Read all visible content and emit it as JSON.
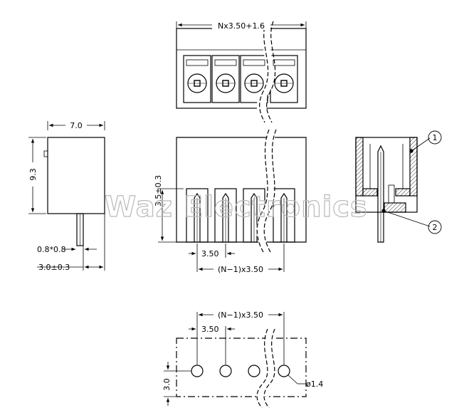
{
  "watermark": "Waz Electronics",
  "top_view": {
    "width_label": "Nx3.50+1.6"
  },
  "side_view": {
    "width_label": "7.0",
    "height_label": "9.3",
    "pin_section_label": "0.8*0.8",
    "pin_length_label": "3.0±0.3"
  },
  "front_view": {
    "pin_height_label": "3.5±0.3",
    "pitch_label": "3.50",
    "span_label": "(N−1)x3.50"
  },
  "section_view": {
    "callouts": [
      "1",
      "2"
    ]
  },
  "pcb_view": {
    "span_label": "(N−1)x3.50",
    "pitch_label": "3.50",
    "row_label": "3.0",
    "hole_label": "ø1.4"
  },
  "colors": {
    "line": "#000000",
    "watermark": "#b8b8b8"
  }
}
